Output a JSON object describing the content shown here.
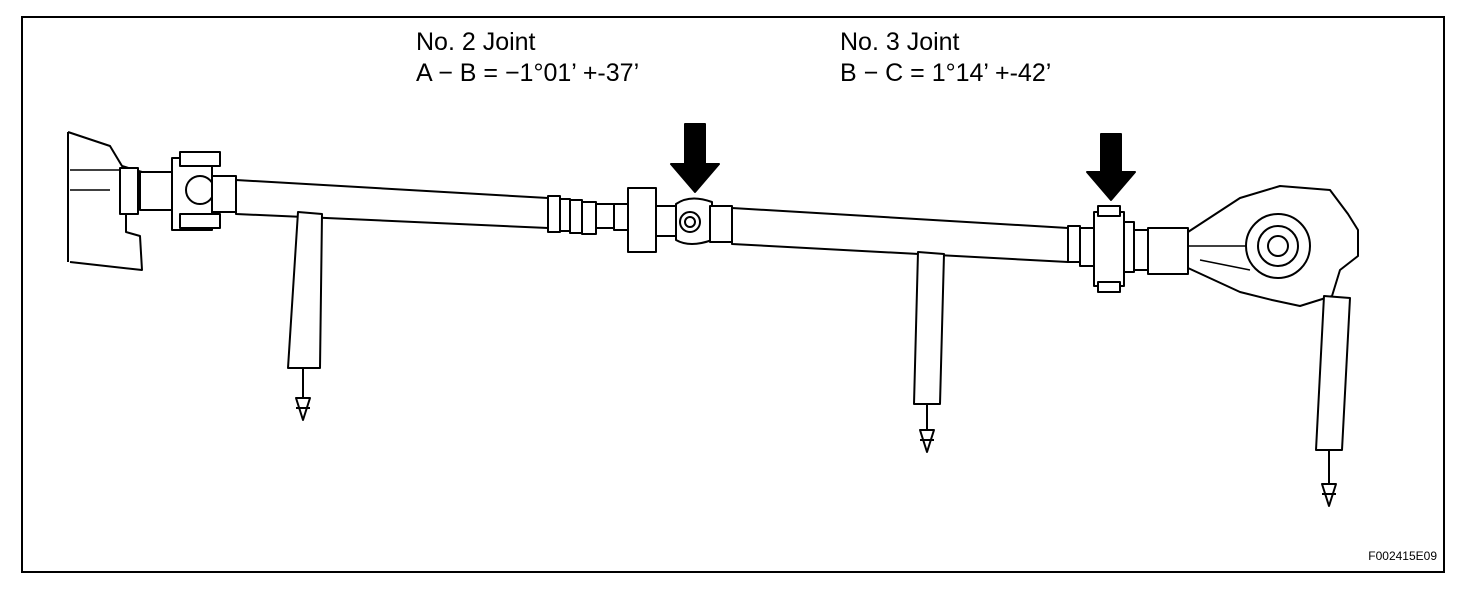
{
  "joints": [
    {
      "name": "No. 2 Joint",
      "formula": "A − B = −1°01’ +-37’"
    },
    {
      "name": "No. 3 Joint",
      "formula": "B − C = 1°14’ +-42’"
    }
  ],
  "figure_code": "F002415E09"
}
